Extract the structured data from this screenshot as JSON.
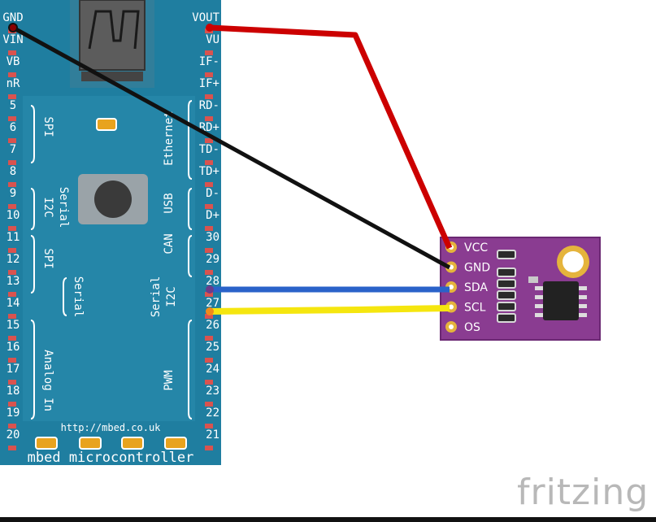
{
  "board": {
    "name": "mbed microcontroller",
    "url": "http://mbed.co.uk",
    "left_pins": [
      "GND",
      "VIN",
      "VB",
      "nR",
      "5",
      "6",
      "7",
      "8",
      "9",
      "10",
      "11",
      "12",
      "13",
      "14",
      "15",
      "16",
      "17",
      "18",
      "19",
      "20"
    ],
    "right_pins": [
      "VOUT",
      "VU",
      "IF-",
      "IF+",
      "RD-",
      "RD+",
      "TD-",
      "TD+",
      "D-",
      "D+",
      "30",
      "29",
      "28",
      "27",
      "26",
      "25",
      "24",
      "23",
      "22",
      "21"
    ],
    "left_groups": [
      "SPI",
      "Serial",
      "I2C",
      "SPI",
      "Serial",
      "Analog In"
    ],
    "right_groups": [
      "Ethernet",
      "USB",
      "CAN",
      "Serial",
      "I2C",
      "PWM"
    ]
  },
  "sensor": {
    "pins": [
      "VCC",
      "GND",
      "SDA",
      "SCL",
      "OS"
    ]
  },
  "wires": [
    {
      "from": "VOUT",
      "to": "VCC",
      "color": "#cc0000"
    },
    {
      "from": "GND",
      "to": "GND",
      "color": "#111111"
    },
    {
      "from": "28",
      "to": "SDA",
      "color": "#2a62c9"
    },
    {
      "from": "27",
      "to": "SCL",
      "color": "#f5e60f"
    }
  ],
  "brand": "fritzing",
  "colors": {
    "board": "#1f7ea0",
    "sensor": "#8a3c91",
    "pad": "#e8a31e"
  }
}
